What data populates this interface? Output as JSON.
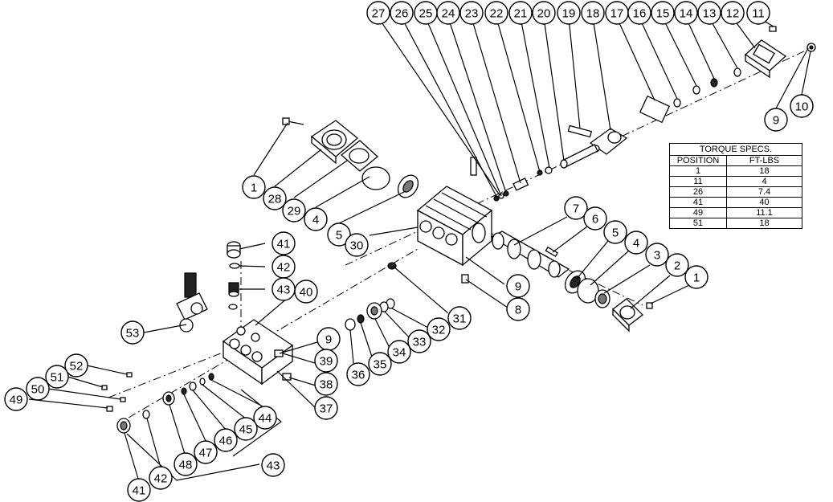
{
  "torque_table": {
    "title": "TORQUE SPECS.",
    "headers": [
      "POSITION",
      "FT-LBS"
    ],
    "rows": [
      [
        "1",
        "18"
      ],
      [
        "11",
        "4"
      ],
      [
        "26",
        "7.4"
      ],
      [
        "41",
        "40"
      ],
      [
        "49",
        "11.1"
      ],
      [
        "51",
        "18"
      ]
    ]
  },
  "balloons": [
    "27",
    "26",
    "25",
    "24",
    "23",
    "22",
    "21",
    "20",
    "19",
    "18",
    "17",
    "16",
    "15",
    "14",
    "13",
    "12",
    "11",
    "10",
    "9",
    "1",
    "28",
    "29",
    "4",
    "5",
    "30",
    "7",
    "6",
    "5",
    "4",
    "3",
    "2",
    "1",
    "41",
    "42",
    "43",
    "40",
    "9",
    "8",
    "31",
    "32",
    "33",
    "34",
    "35",
    "36",
    "53",
    "9",
    "39",
    "38",
    "37",
    "52",
    "51",
    "50",
    "49",
    "44",
    "45",
    "46",
    "47",
    "48",
    "41",
    "42",
    "43"
  ]
}
